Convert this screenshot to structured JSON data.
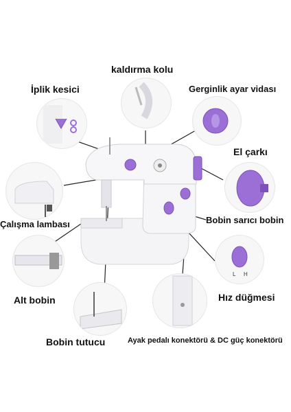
{
  "labels": {
    "kaldirma_kolu": "kaldırma kolu",
    "iplik_kesici": "İplik kesici",
    "gerginlik": "Gerginlik ayar vidası",
    "el_carki": "El çarkı",
    "calisma_lambasi": "Çalışma lambası",
    "bobin_sarici": "Bobin sarıcı bobin",
    "alt_bobin": "Alt bobin",
    "hiz_dugmesi": "Hız düğmesi",
    "bobin_tutucu": "Bobin tutucu",
    "ayak_pedali": "Ayak pedalı konektörü & DC güç konektörü"
  },
  "switch_marks": {
    "low": "L",
    "high": "H"
  },
  "colors": {
    "accent": "#9b6fd6",
    "body": "#f4f4f6",
    "line": "#222222"
  },
  "icons": [
    "thread-cutter-icon",
    "lever-icon",
    "tension-knob-icon",
    "handwheel-icon",
    "lamp-icon",
    "bobbin-winder-icon",
    "bobbin-icon",
    "speed-switch-icon",
    "spool-holder-icon",
    "connector-icon"
  ]
}
